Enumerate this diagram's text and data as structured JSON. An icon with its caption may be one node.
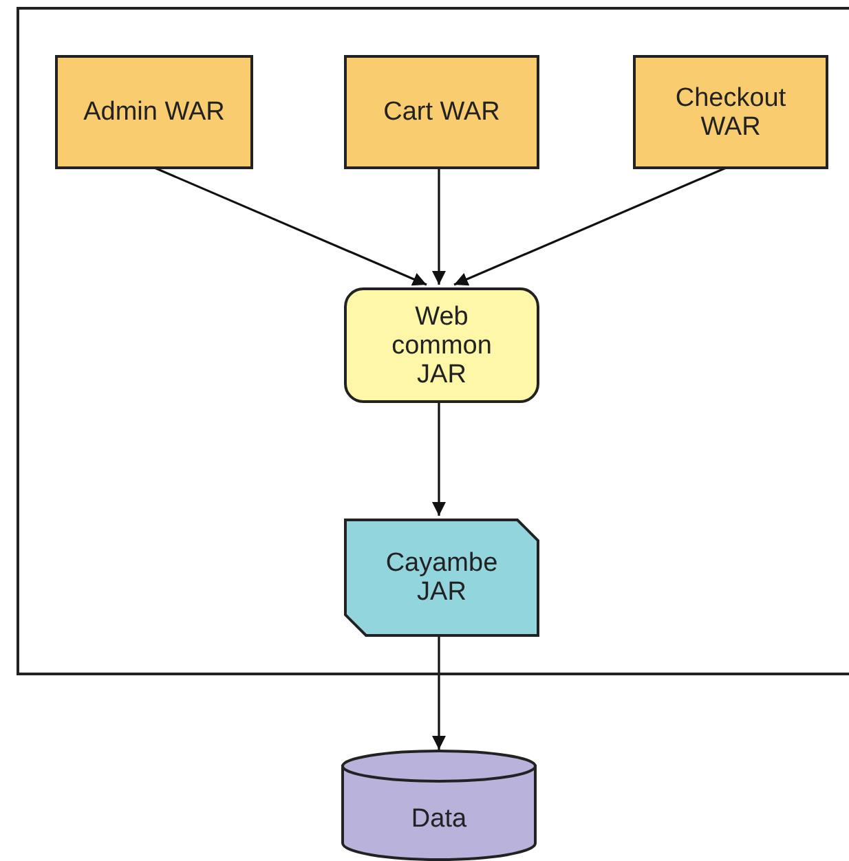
{
  "diagram": {
    "nodes": [
      {
        "text": [],
        "shape": "box"
      },
      {
        "text": [
          "Admin WAR"
        ],
        "in": 0
      },
      {
        "text": [
          "Cart WAR"
        ],
        "in": 0
      },
      {
        "text": [
          "Checkout WAR"
        ],
        "in": 0
      },
      {
        "text": [
          "Web common JAR"
        ],
        "in": 0
      },
      {
        "text": [
          "Cayambe JAR"
        ],
        "in": 0
      },
      {
        "text": [
          "Data"
        ]
      }
    ],
    "edges": [
      {
        "from": 1,
        "to": 4,
        "arrow": "to"
      },
      {
        "from": 2,
        "to": 4,
        "arrow": "to"
      },
      {
        "from": 3,
        "to": 4,
        "arrow": "to"
      },
      {
        "from": 4,
        "to": 5,
        "arrow": "to"
      },
      {
        "from": 5,
        "to": 6,
        "arrow": "to"
      }
    ]
  }
}
